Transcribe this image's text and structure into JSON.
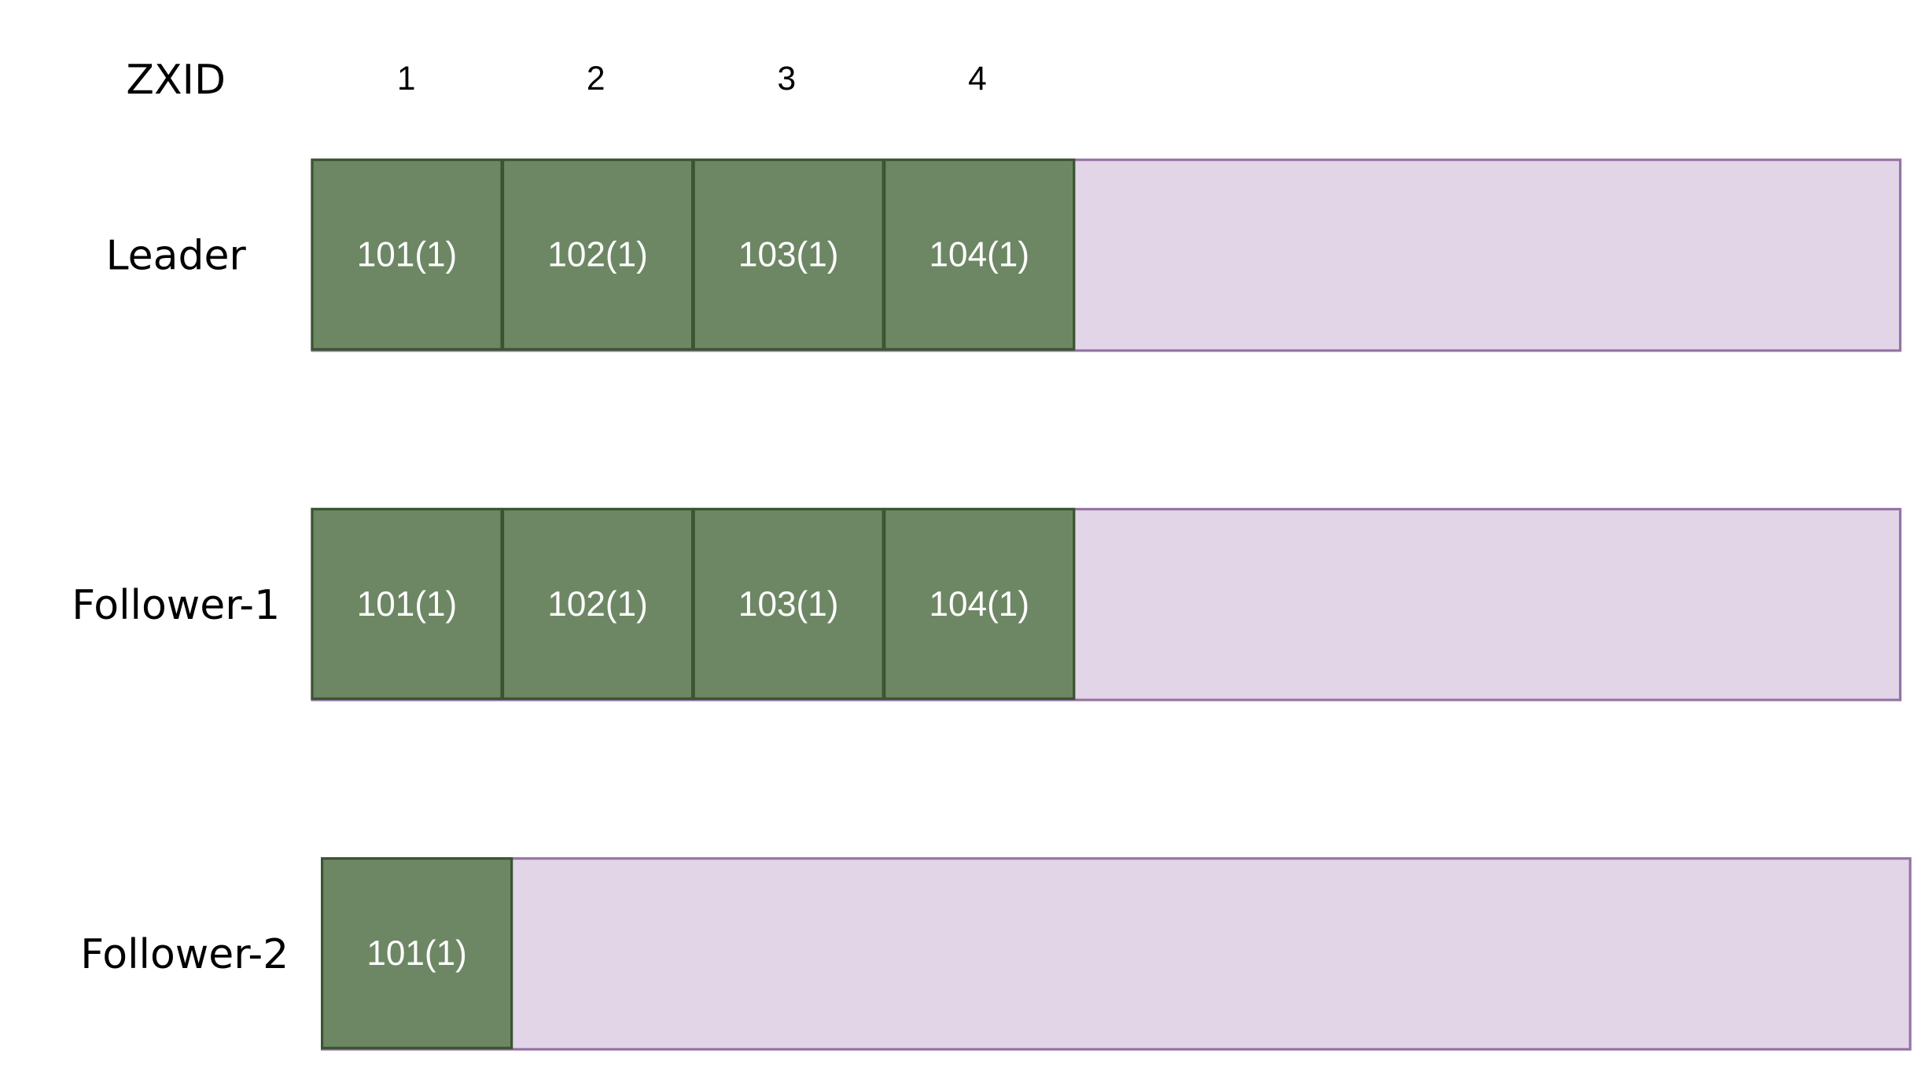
{
  "header": {
    "label": "ZXID",
    "zxids": [
      "1",
      "2",
      "3",
      "4"
    ]
  },
  "rows": [
    {
      "name": "Leader",
      "entries": [
        "101(1)",
        "102(1)",
        "103(1)",
        "104(1)"
      ]
    },
    {
      "name": "Follower-1",
      "entries": [
        "101(1)",
        "102(1)",
        "103(1)",
        "104(1)"
      ]
    },
    {
      "name": "Follower-2",
      "entries": [
        "101(1)"
      ]
    }
  ],
  "colors": {
    "entry_fill": "#6d8764",
    "entry_border": "#3a5431",
    "entry_text": "#ffffff",
    "log_fill": "#e1d5e7",
    "log_border": "#9673a6"
  }
}
